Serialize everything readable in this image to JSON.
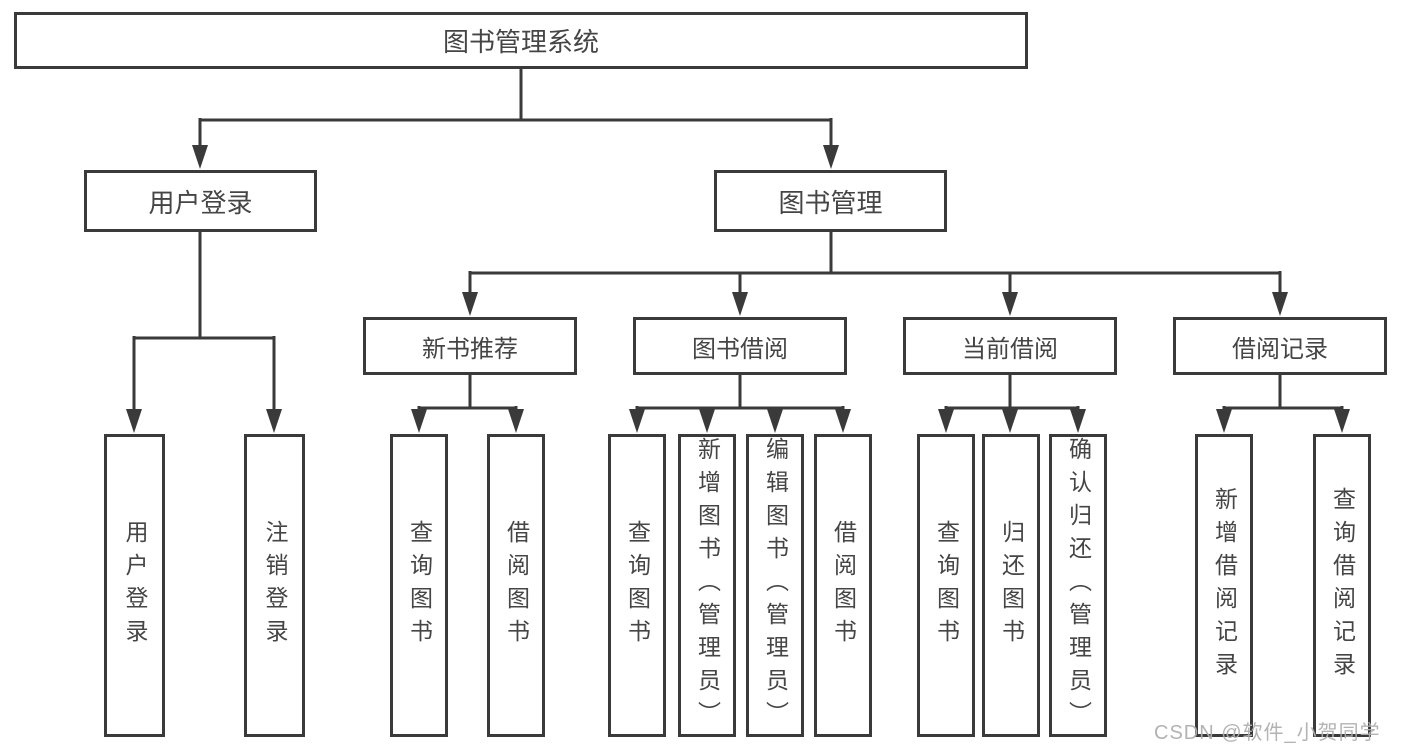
{
  "diagram": {
    "root": {
      "label": "图书管理系统"
    },
    "level2": {
      "user_login": {
        "label": "用户登录"
      },
      "book_management": {
        "label": "图书管理"
      }
    },
    "user_login_children": [
      {
        "label": "用户登录"
      },
      {
        "label": "注销登录"
      }
    ],
    "modules": [
      {
        "label": "新书推荐",
        "children": [
          {
            "label": "查询图书"
          },
          {
            "label": "借阅图书"
          }
        ]
      },
      {
        "label": "图书借阅",
        "children": [
          {
            "label": "查询图书"
          },
          {
            "label": "新增图书（管理员）"
          },
          {
            "label": "编辑图书（管理员）"
          },
          {
            "label": "借阅图书"
          }
        ]
      },
      {
        "label": "当前借阅",
        "children": [
          {
            "label": "查询图书"
          },
          {
            "label": "归还图书"
          },
          {
            "label": "确认归还（管理员）"
          }
        ]
      },
      {
        "label": "借阅记录",
        "children": [
          {
            "label": "新增借阅记录"
          },
          {
            "label": "查询借阅记录"
          }
        ]
      }
    ],
    "watermark": "CSDN @软件_小贺同学"
  }
}
